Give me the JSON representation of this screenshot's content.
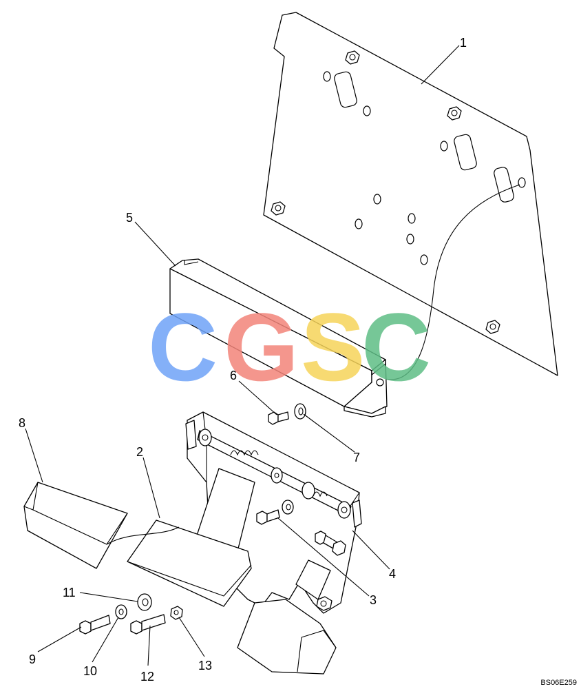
{
  "drawing_code": "BS06E259",
  "watermark": {
    "letters": [
      "C",
      "G",
      "S",
      "C"
    ],
    "colors": [
      "#6fa3f7",
      "#f3847a",
      "#f6d45a",
      "#5fbe86"
    ]
  },
  "callouts": [
    "1",
    "2",
    "3",
    "4",
    "5",
    "6",
    "7",
    "8",
    "9",
    "10",
    "11",
    "12",
    "13"
  ]
}
